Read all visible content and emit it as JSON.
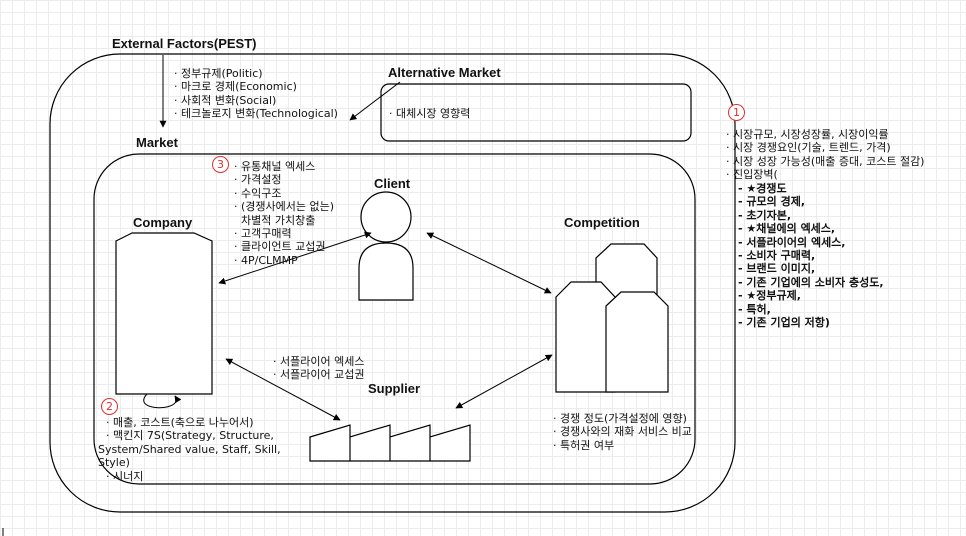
{
  "titles": {
    "external": "External Factors(PEST)",
    "alternative": "Alternative Market",
    "market": "Market",
    "client": "Client",
    "company": "Company",
    "competition": "Competition",
    "supplier": "Supplier"
  },
  "pest_items": [
    "· 정부규제(Politic)",
    "· 마크로 경제(Economic)",
    "· 사회적 변화(Social)",
    "· 테크놀로지 변화(Technological)"
  ],
  "alternative_item": "· 대체시장 영향력",
  "client_items": [
    "· 유통채널 엑세스",
    "· 가격설정",
    "· 수익구조",
    "· (경쟁사에서는 없는)",
    "  차별적 가치창출",
    "· 고객구매력",
    "· 클라이언트 교섭권",
    "· 4P/CLMMP"
  ],
  "supplier_items": [
    "· 서플라이어 엑세스",
    "· 서플라이어 교섭권"
  ],
  "company_items": [
    "· 매출, 코스트(축으로 나누어서)",
    "· 맥킨지 7S(Strategy, Structure,",
    "System/Shared value, Staff, Skill,",
    "Style)",
    "· 시너지"
  ],
  "competition_items": [
    "· 경쟁 정도(가격설정에 영향)",
    "· 경쟁사와의 재화 서비스 비교",
    "· 특허권 여부"
  ],
  "market_items": [
    "· 시장규모, 시장성장률, 시장이익률",
    "· 시장 경쟁요인(기술, 트렌드, 가격)",
    "· 시장 성장 가능성(매출 증대, 코스트 절감)",
    "· 진입장벽("
  ],
  "barrier_items": [
    "- ★경쟁도",
    "- 규모의 경제,",
    "- 초기자본,",
    "- ★채널에의 엑세스,",
    "- 서플라이어의 엑세스,",
    "- 소비자 구매력,",
    "- 브랜드 이미지,",
    "- 기존 기업에의 소비자 충성도,",
    "- ★정부규제,",
    "- 특허,",
    "- 기존 기업의 저항)"
  ],
  "markers": {
    "one": "1",
    "two": "2",
    "three": "3"
  }
}
